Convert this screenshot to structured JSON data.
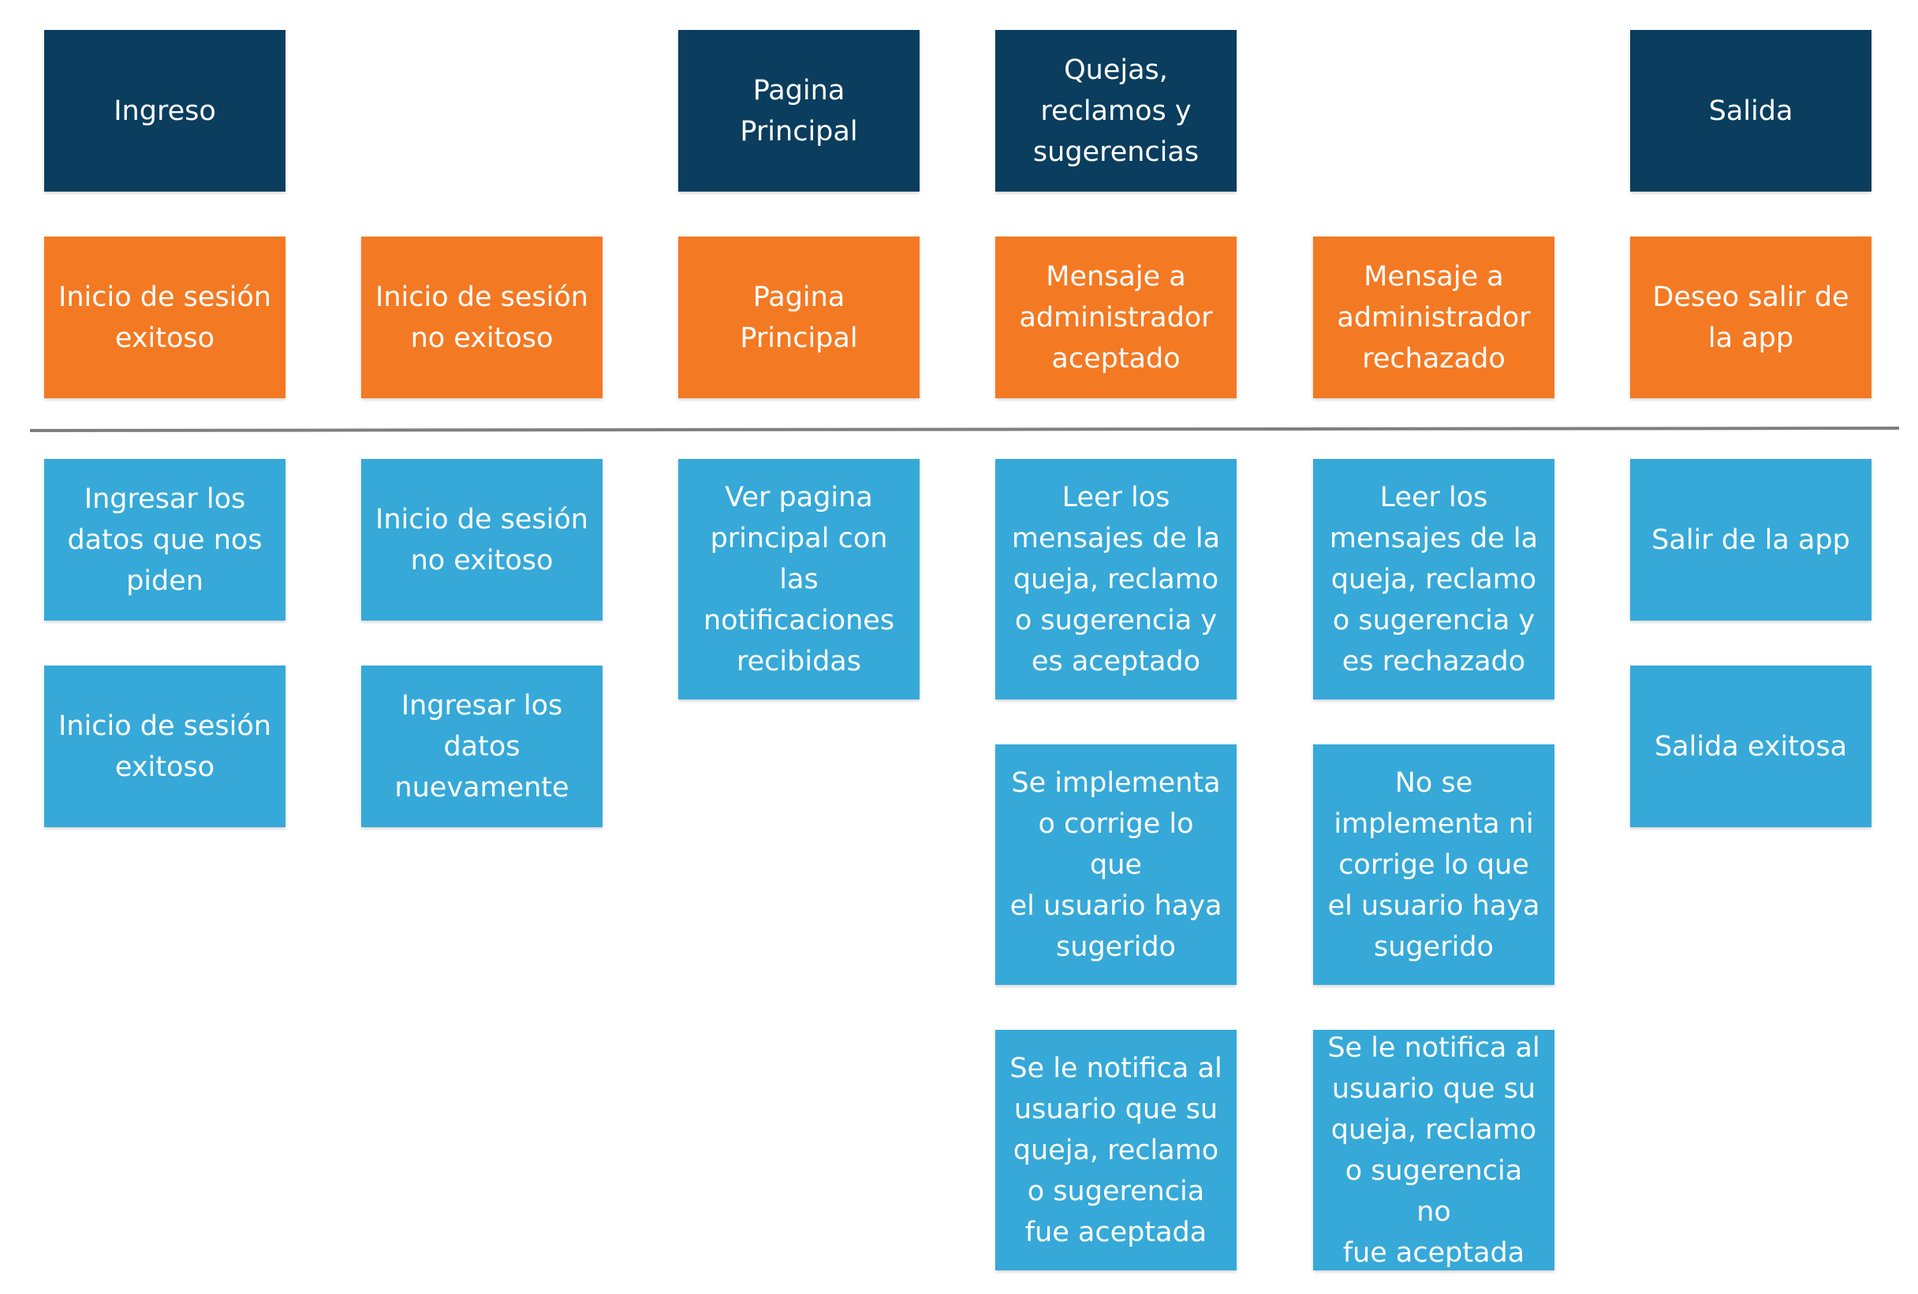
{
  "activities": {
    "ingreso": "Ingreso",
    "pagina_principal": "Pagina Principal",
    "quejas": "Quejas,\nreclamos y\nsugerencias",
    "salida": "Salida"
  },
  "tasks": [
    "Inicio de sesión\nexitoso",
    "Inicio de sesión\nno exitoso",
    "Pagina Principal",
    "Mensaje a\nadministrador\naceptado",
    "Mensaje a\nadministrador\nrechazado",
    "Deseo salir de\nla app"
  ],
  "stories": {
    "col1": [
      "Ingresar los\ndatos que nos\npiden",
      "Inicio de sesión\nexitoso"
    ],
    "col2": [
      "Inicio de sesión\nno exitoso",
      "Ingresar los\ndatos\nnuevamente"
    ],
    "col3": [
      "Ver pagina\nprincipal con\nlas\nnotificaciones\nrecibidas"
    ],
    "col4": [
      "Leer los\nmensajes de la\nqueja, reclamo\no sugerencia y\nes aceptado",
      "Se implementa\no corrige lo que\nel usuario haya\nsugerido",
      "Se le notifica al\nusuario que su\nqueja, reclamo\no sugerencia\nfue aceptada"
    ],
    "col5": [
      "Leer los\nmensajes de la\nqueja, reclamo\no sugerencia y\nes rechazado",
      "No se\nimplementa ni\ncorrige lo que\nel usuario haya\nsugerido",
      "Se le notifica al\nusuario que su\nqueja, reclamo\no sugerencia no\nfue aceptada"
    ],
    "col6": [
      "Salir de la app",
      "Salida exitosa"
    ]
  },
  "colors": {
    "activity": "#0a3d5e",
    "task": "#f47923",
    "story": "#36a9d8",
    "divider": "#7f7f7f"
  }
}
